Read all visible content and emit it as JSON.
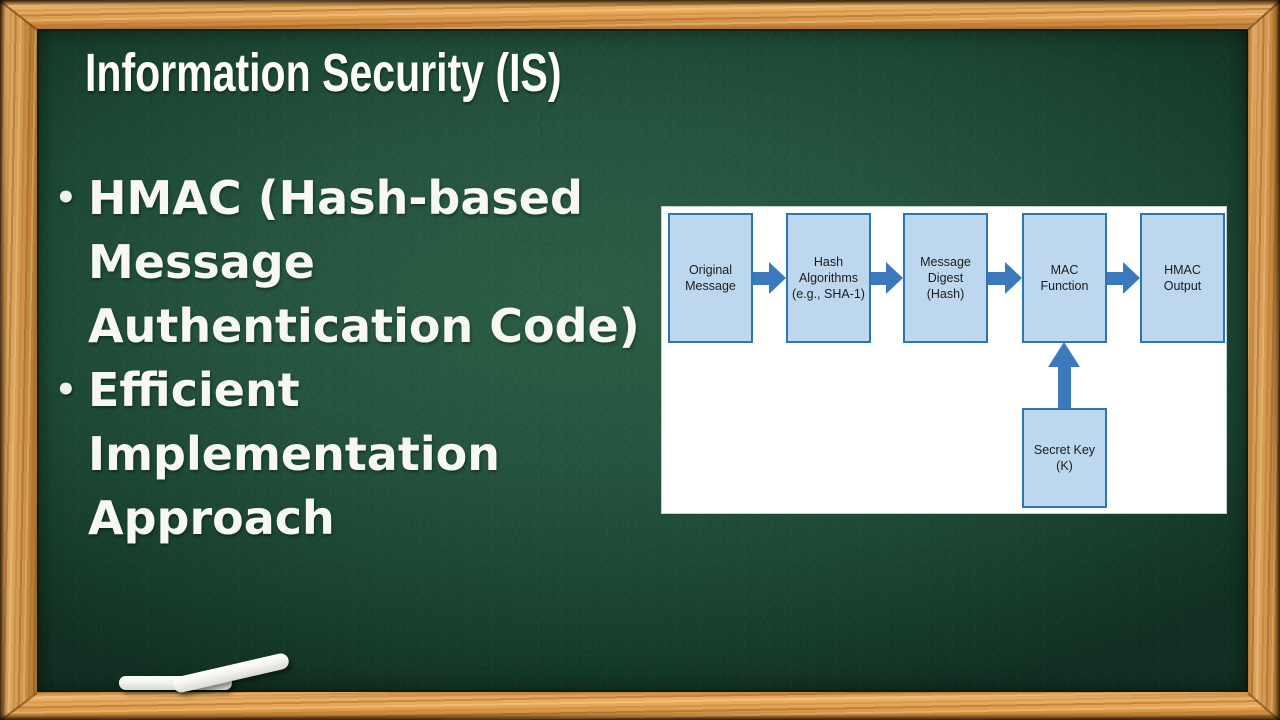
{
  "slide": {
    "title": "Information Security (IS)",
    "bullet_char": "•",
    "bullets": [
      "HMAC (Hash-based Message Authentication Code)",
      "Efficient Implementation Approach"
    ]
  },
  "diagram": {
    "flow_boxes": [
      "Original Message",
      "Hash Algorithms (e.g., SHA-1)",
      "Message Digest (Hash)",
      "MAC Function",
      "HMAC Output"
    ],
    "key_box": "Secret Key (K)"
  },
  "colors": {
    "board_green_center": "#2c5f44",
    "board_green_edge": "#113023",
    "wood_light": "#eab267",
    "wood_dark": "#b3762f",
    "chalk_text": "#f8f8f2",
    "box_fill": "#bdd7ee",
    "box_border": "#2e75b6",
    "arrow_blue": "#3b79bc",
    "panel_white": "#ffffff"
  }
}
